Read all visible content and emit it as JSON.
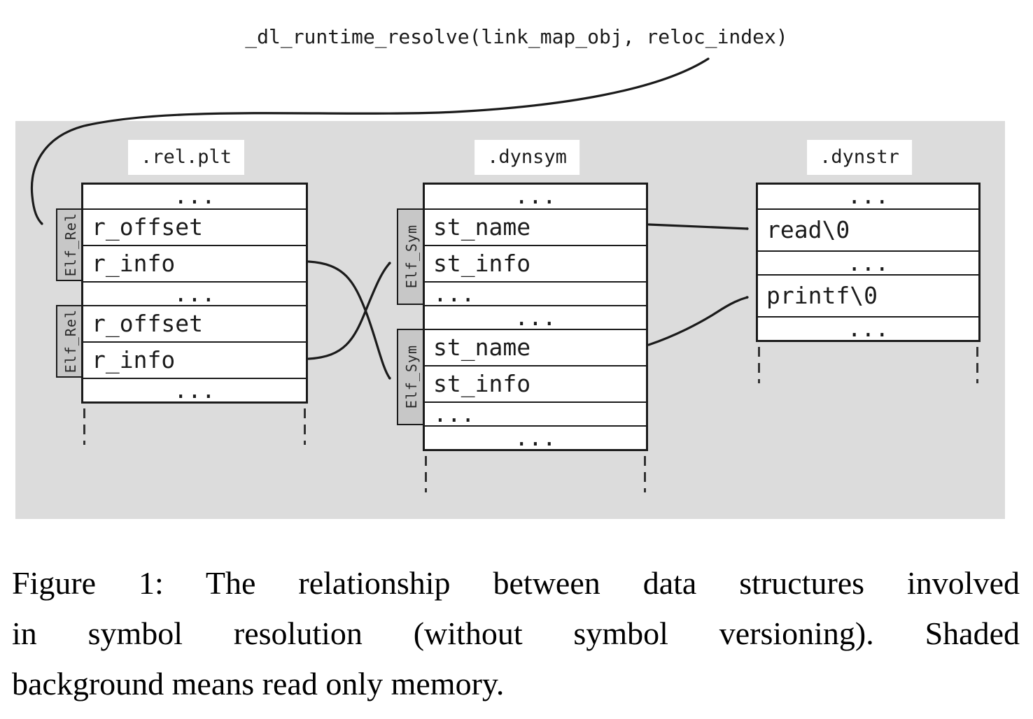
{
  "figure": {
    "function_label": "_dl_runtime_resolve(link_map_obj, reloc_index)",
    "sections": {
      "relplt": {
        "title": ".rel.plt",
        "rows": [
          {
            "text": "..."
          },
          {
            "text": "r_offset"
          },
          {
            "text": "r_info"
          },
          {
            "text": "..."
          },
          {
            "text": "r_offset"
          },
          {
            "text": "r_info"
          },
          {
            "text": "..."
          }
        ],
        "groups": [
          {
            "label": "Elf_Rel"
          },
          {
            "label": "Elf_Rel"
          }
        ]
      },
      "dynsym": {
        "title": ".dynsym",
        "rows": [
          {
            "text": "..."
          },
          {
            "text": "st_name"
          },
          {
            "text": "st_info"
          },
          {
            "text": "..."
          },
          {
            "text": "..."
          },
          {
            "text": "st_name"
          },
          {
            "text": "st_info"
          },
          {
            "text": "..."
          },
          {
            "text": "..."
          }
        ],
        "groups": [
          {
            "label": "Elf_Sym"
          },
          {
            "label": "Elf_Sym"
          }
        ]
      },
      "dynstr": {
        "title": ".dynstr",
        "rows": [
          {
            "text": "..."
          },
          {
            "text": "read\\0"
          },
          {
            "text": "..."
          },
          {
            "text": "printf\\0"
          },
          {
            "text": "..."
          }
        ]
      }
    },
    "caption_lines": [
      "Figure 1: The relationship between data structures involved",
      "in symbol resolution (without symbol versioning). Shaded",
      "background means read only memory."
    ],
    "colors": {
      "shaded_bg": "#dcdcdc",
      "tab_fill": "#c7c7c7",
      "line": "#1b1b1b"
    }
  }
}
